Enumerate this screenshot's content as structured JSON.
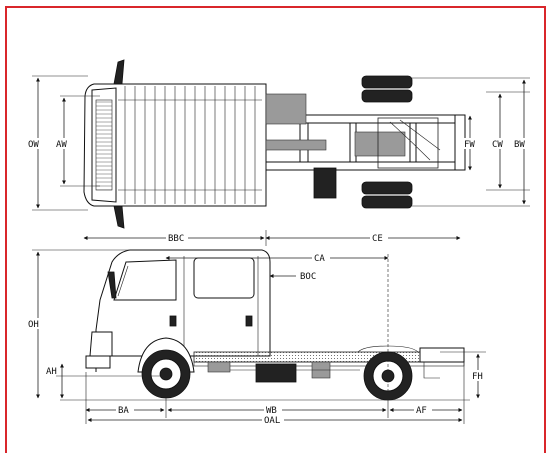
{
  "colors": {
    "border": "#d9262b",
    "ink": "#111111"
  },
  "top_view": {
    "labels": {
      "ow": "OW",
      "aw": "AW",
      "fw": "FW",
      "cw": "CW",
      "bw": "BW",
      "bbc": "BBC",
      "ce": "CE"
    }
  },
  "side_view": {
    "labels": {
      "ca": "CA",
      "boc": "BOC",
      "oh": "OH",
      "ah": "AH",
      "fh": "FH",
      "ba": "BA",
      "wb": "WB",
      "af": "AF",
      "oal": "OAL"
    }
  }
}
